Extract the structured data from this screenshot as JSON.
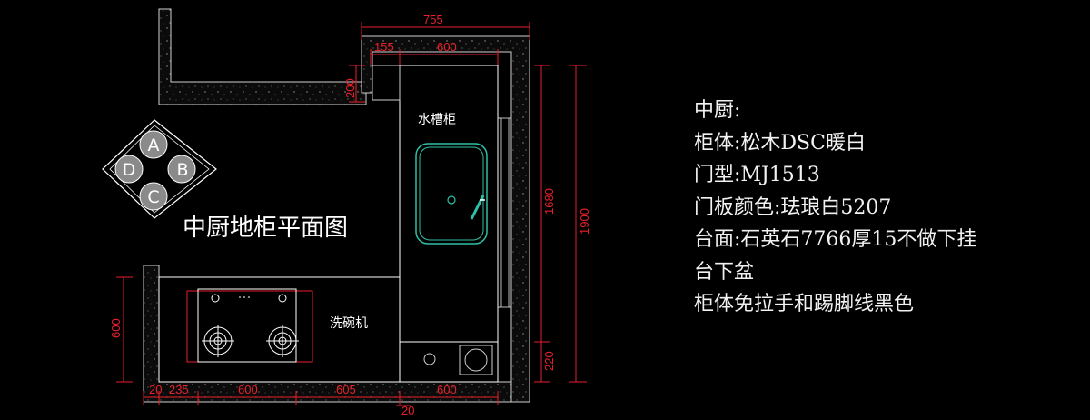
{
  "plan_title": "中厨地柜平面图",
  "orientation_marker": {
    "A": "A",
    "B": "B",
    "C": "C",
    "D": "D"
  },
  "room_labels": {
    "sink_cabinet": "水槽柜",
    "dishwasher": "洗碗机"
  },
  "dimensions": {
    "top_total": "755",
    "top_small": "155",
    "top_sink": "600",
    "left_200": "200",
    "right_1680": "1680",
    "right_1900": "1900",
    "right_220": "220",
    "left_600": "600",
    "bottom_20": "20",
    "bottom_235": "235",
    "bottom_600a": "600",
    "bottom_605": "605",
    "bottom_600b": "600",
    "bottom_20b": "20"
  },
  "spec": {
    "heading": "中厨:",
    "line1": "柜体:松木DSC暖白",
    "line2": "门型:MJ1513",
    "line3": "门板颜色:珐琅白5207",
    "line4": "台面:石英石7766厚15不做下挂",
    "line5": "台下盆",
    "line6": "柜体免拉手和踢脚线黑色"
  },
  "colors": {
    "background": "#000000",
    "lines": "#ffffff",
    "dimension": "#e8202a",
    "sink": "#2fbfa8",
    "wall_fill": "#111111"
  }
}
